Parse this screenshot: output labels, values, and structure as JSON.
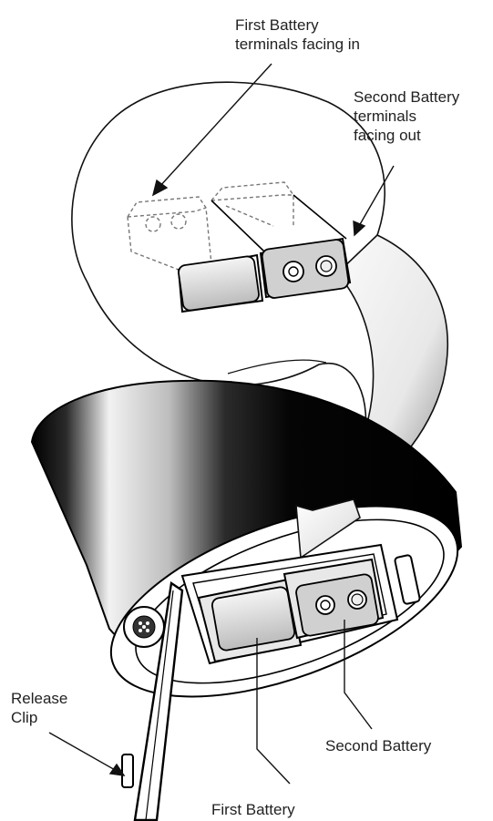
{
  "labels": {
    "first_battery_top": [
      "First Battery",
      "terminals facing in"
    ],
    "second_battery_top": [
      "Second Battery",
      "terminals",
      "facing out"
    ],
    "release_clip": [
      "Release",
      "Clip"
    ],
    "second_battery": "Second Battery",
    "first_battery": "First Battery"
  },
  "colors": {
    "ink": "#111111",
    "outline": "#1a1a1a",
    "dashed": "#777777",
    "panel_fill": "#cfcfcf"
  }
}
